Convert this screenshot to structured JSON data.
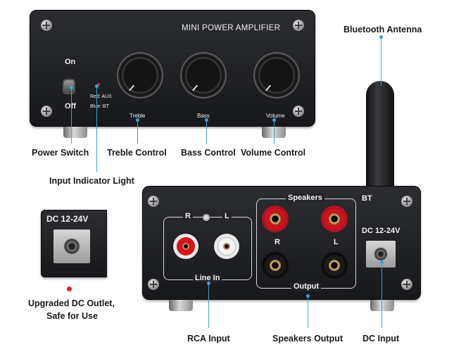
{
  "front": {
    "title": "MINI POWER AMPLIFIER",
    "switch_on": "On",
    "switch_off": "Off",
    "indicator_red": "Red: AUX",
    "indicator_blue": "Blue: BT",
    "knob_treble": "Treble",
    "knob_bass": "Bass",
    "knob_volume": "Volume"
  },
  "rear": {
    "line_in_r": "R",
    "line_in_l": "L",
    "line_in_label": "Line In",
    "speakers_label": "Speakers",
    "speakers_r": "R",
    "speakers_l": "L",
    "output_label": "Output",
    "bt_label": "BT",
    "dc_label": "DC 12-24V"
  },
  "detail": {
    "dc_label": "DC 12-24V"
  },
  "callouts": {
    "bluetooth_antenna": "Bluetooth Antenna",
    "power_switch": "Power Switch",
    "treble_control": "Treble Control",
    "bass_control": "Bass Control",
    "volume_control": "Volume Control",
    "input_indicator": "Input Indicator Light",
    "upgraded_dc_line1": "Upgraded DC Outlet,",
    "upgraded_dc_line2": "Safe for Use",
    "rca_input": "RCA Input",
    "speakers_output": "Speakers Output",
    "dc_input": "DC Input"
  },
  "colors": {
    "accent_line": "#3aa4d6",
    "led_red": "#e0232a",
    "panel": "#1f2024"
  }
}
